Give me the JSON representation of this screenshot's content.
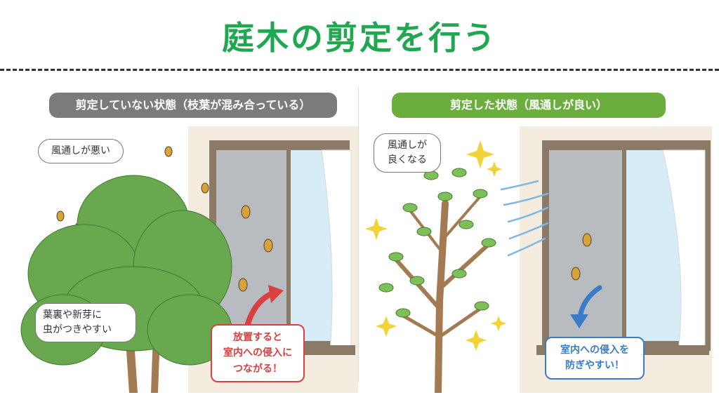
{
  "page": {
    "title": "庭木の剪定を行う"
  },
  "left_panel": {
    "header": "剪定していない状態（枝葉が混み合っている）",
    "bubble_top_lines": [
      "風通しが悪い"
    ],
    "bubble_bottom_lines": [
      "葉裏や新芽に",
      "虫がつきやすい"
    ],
    "callout_lines": [
      "放置すると",
      "室内への侵入に",
      "つながる！"
    ]
  },
  "right_panel": {
    "header": "剪定した状態（風通しが良い）",
    "bubble_lines": [
      "風通しが",
      "良くなる"
    ],
    "callout_lines": [
      "室内への侵入を",
      "防ぎやすい！"
    ]
  },
  "colors": {
    "title_green": "#1fa84f",
    "header_gray": "#7b7b7b",
    "header_green": "#6cae3e",
    "warning_red": "#d94040",
    "info_blue": "#3a7cc7",
    "leaf_green": "#6aa84f",
    "trunk_brown": "#a47a52",
    "wall_beige": "#f3ecdf",
    "window_frame": "#8a7a66",
    "sparkle_yellow": "#f2d335"
  }
}
